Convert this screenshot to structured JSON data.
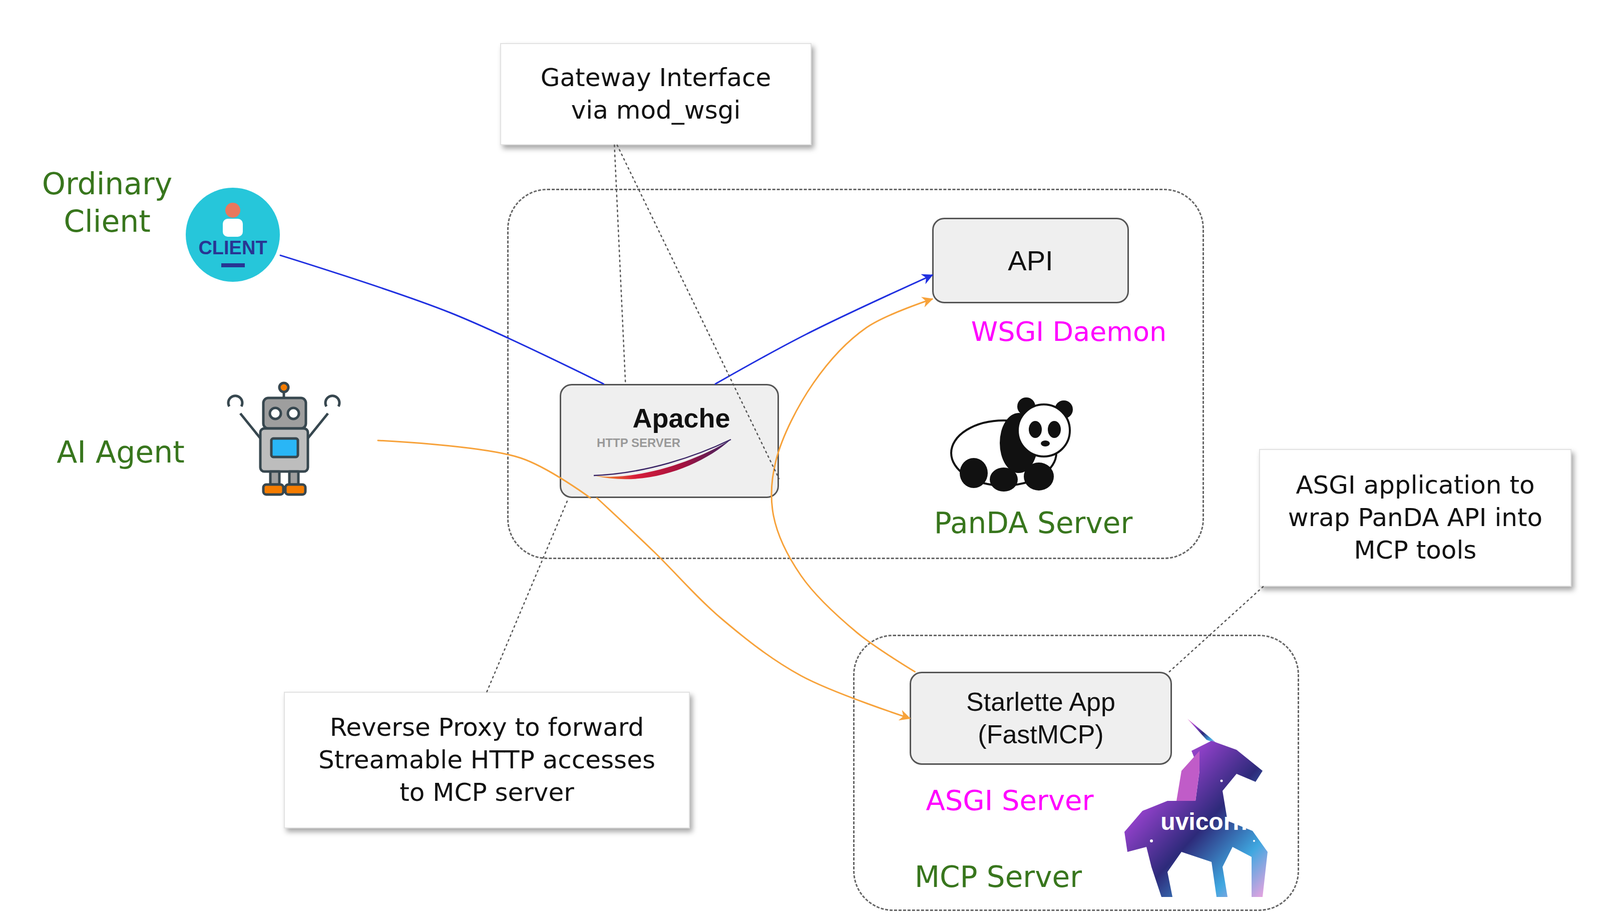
{
  "diagram": {
    "nodes": [
      {
        "text": [
          "Gateway Interface via mod_wsgi"
        ]
      },
      {
        "text": [
          "Ordinary Client",
          "CLIENT"
        ]
      },
      {
        "text": [
          "PanDA Server"
        ]
      },
      {
        "text": [
          "API"
        ],
        "in": 2
      },
      {
        "text": [
          "Apache",
          "HTTP SERVER"
        ],
        "in": 2
      },
      {
        "text": [
          "AI Agent"
        ]
      },
      {
        "text": [
          "ASGI application to wrap PanDA API into MCP tools"
        ]
      },
      {
        "text": [
          "Reverse Proxy to forward Streamable HTTP accesses to MCP server"
        ]
      },
      {
        "text": [
          "MCP Server"
        ]
      },
      {
        "text": [
          "Starlette App (FastMCP)"
        ],
        "in": 8
      }
    ],
    "edges": [
      {
        "from": 1,
        "to": 4,
        "arrow": "none"
      },
      {
        "from": 4,
        "to": 3,
        "arrow": "to"
      },
      {
        "from": 5,
        "to": 4,
        "arrow": "none"
      },
      {
        "from": 4,
        "to": 9,
        "arrow": "to"
      },
      {
        "from": 9,
        "to": 3,
        "arrow": "to"
      },
      {
        "from": 0,
        "to": 4,
        "arrow": "none"
      },
      {
        "from": 0,
        "to": 4,
        "arrow": "none"
      },
      {
        "from": 7,
        "to": 4,
        "arrow": "none"
      },
      {
        "from": 6,
        "to": 9,
        "arrow": "none"
      }
    ],
    "labels": [
      "WSGI Daemon",
      "ASGI Server",
      "uvicorn"
    ]
  }
}
